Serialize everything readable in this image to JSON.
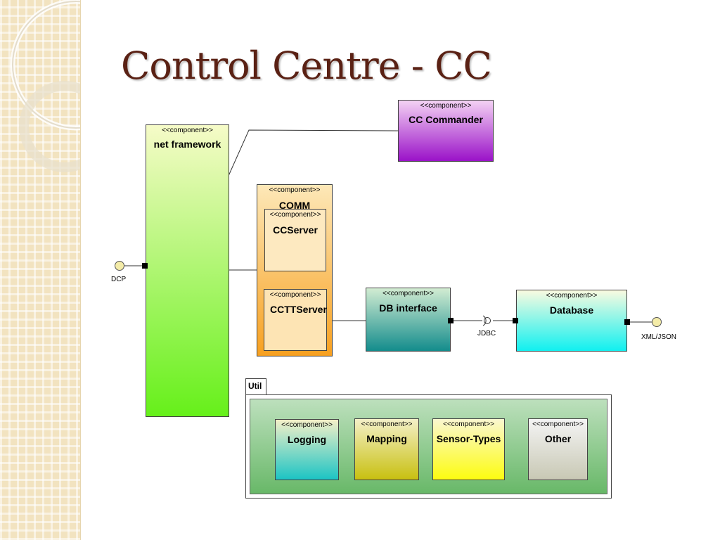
{
  "title": "Control Centre - CC",
  "stereotype": "<<component>>",
  "components": {
    "net_framework": "net framework",
    "cc_commander": "CC Commander",
    "comm": "COMM",
    "ccserver": "CCServer",
    "cctt_server": "CCTTServer",
    "db_interface": "DB interface",
    "database": "Database",
    "logging": "Logging",
    "mapping": "Mapping",
    "sensor_types": "Sensor-Types",
    "other": "Other"
  },
  "interfaces": {
    "dcp": "DCP",
    "jdbc": "JDBC",
    "xml_json": "XML/JSON"
  },
  "package": {
    "name": "Util"
  },
  "colors": {
    "title": "#5a2114",
    "net_framework": [
      "#f6fbc8",
      "#66f01a"
    ],
    "cc_commander": [
      "#f4d2f4",
      "#9a12c8"
    ],
    "comm": [
      "#fde8b8",
      "#f7a020"
    ],
    "db_interface": [
      "#d2ecd2",
      "#138c8c"
    ],
    "database": [
      "#fafae0",
      "#10f0f0"
    ],
    "logging": [
      "#f4f0c8",
      "#1cc4c4"
    ],
    "mapping": [
      "#f4f0c8",
      "#c8c010"
    ],
    "sensor_types": [
      "#fbf7d0",
      "#fcfc10"
    ],
    "other": [
      "#f4f4f4",
      "#c8c8b4"
    ],
    "util_package": [
      "#bde0bd",
      "#68b868"
    ]
  }
}
